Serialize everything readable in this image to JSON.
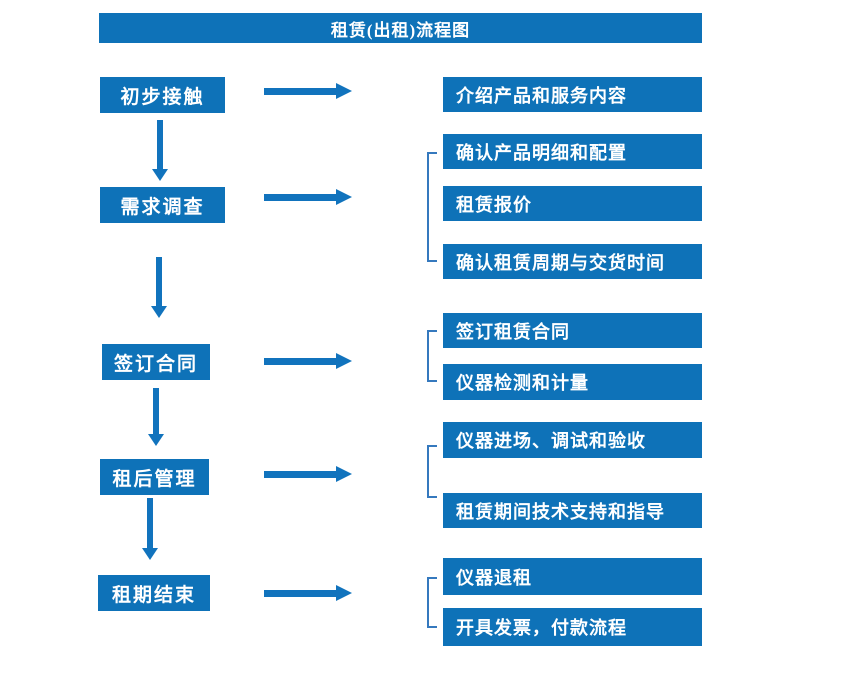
{
  "title": "租赁(出租)流程图",
  "colors": {
    "primary": "#0e72b8",
    "arrow": "#1173bd",
    "bracket": "#3579be",
    "text": "#ffffff",
    "background": "#ffffff"
  },
  "left_steps": [
    "初步接触",
    "需求调查",
    "签订合同",
    "租后管理",
    "租期结束"
  ],
  "right_boxes": [
    "介绍产品和服务内容",
    "确认产品明细和配置",
    "租赁报价",
    "确认租赁周期与交货时间",
    "签订租赁合同",
    "仪器检测和计量",
    "仪器进场、调试和验收",
    "租赁期间技术支持和指导",
    "仪器退租",
    "开具发票，付款流程"
  ]
}
